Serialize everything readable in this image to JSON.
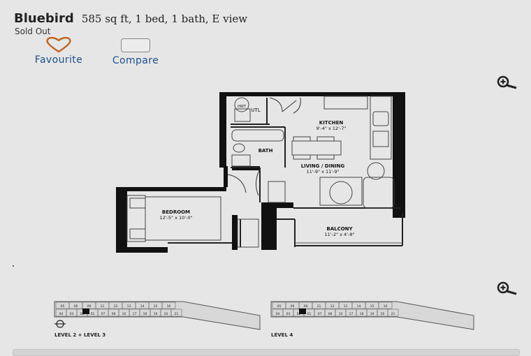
{
  "unit": {
    "name": "Bluebird",
    "details": "585 sq ft, 1 bed, 1 bath, E view",
    "status": "Sold Out"
  },
  "actions": {
    "favourite_label": "Favourite",
    "compare_label": "Compare"
  },
  "floorplan": {
    "rooms": {
      "hwt": "HWT",
      "utl": "UTL",
      "kitchen_name": "KITCHEN",
      "kitchen_size": "9'-4\" x 12'-7\"",
      "bath_name": "BATH",
      "living_name": "LIVING / DINING",
      "living_size": "11'-9\" x 11'-9\"",
      "bedroom_name": "BEDROOM",
      "bedroom_size": "12'-5\" x 10'-0\"",
      "balcony_name": "BALCONY",
      "balcony_size": "11'-2\" x 4'-8\""
    }
  },
  "keyplans": {
    "left_label": "LEVEL 2 + LEVEL 3",
    "right_label": "LEVEL 4",
    "top_row": [
      "05",
      "06",
      "09",
      "11",
      "12",
      "13",
      "14",
      "15",
      "16"
    ],
    "bottom_row": [
      "04",
      "03",
      "02",
      "01",
      "07",
      "08",
      "10",
      "17",
      "18",
      "19",
      "20",
      "21"
    ],
    "right_top_row": [
      "05",
      "06",
      "09",
      "11",
      "12",
      "13",
      "14",
      "15",
      "16"
    ],
    "right_bottom_row": [
      "04",
      "03",
      "02",
      "01",
      "07",
      "08",
      "10",
      "17",
      "18",
      "19",
      "20",
      "21"
    ]
  },
  "icons": {
    "heart": "heart-outline-icon",
    "zoom": "zoom-in-icon",
    "north": "north-arrow-icon"
  },
  "colors": {
    "heart": "#c0621e",
    "link": "#1a4f8a",
    "background": "#e6e6e6"
  }
}
